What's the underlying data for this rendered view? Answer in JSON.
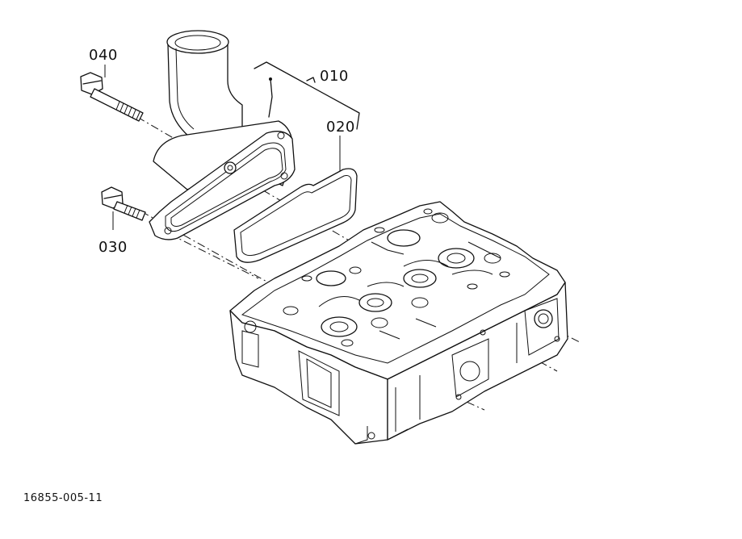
{
  "parts": [
    {
      "ref": "040",
      "label": "040",
      "name": "bolt-long"
    },
    {
      "ref": "010",
      "label": "010",
      "name": "water-flange"
    },
    {
      "ref": "020",
      "label": "020",
      "name": "gasket"
    },
    {
      "ref": "030",
      "label": "030",
      "name": "bolt-short"
    }
  ],
  "figure_id": "16855-005-11"
}
